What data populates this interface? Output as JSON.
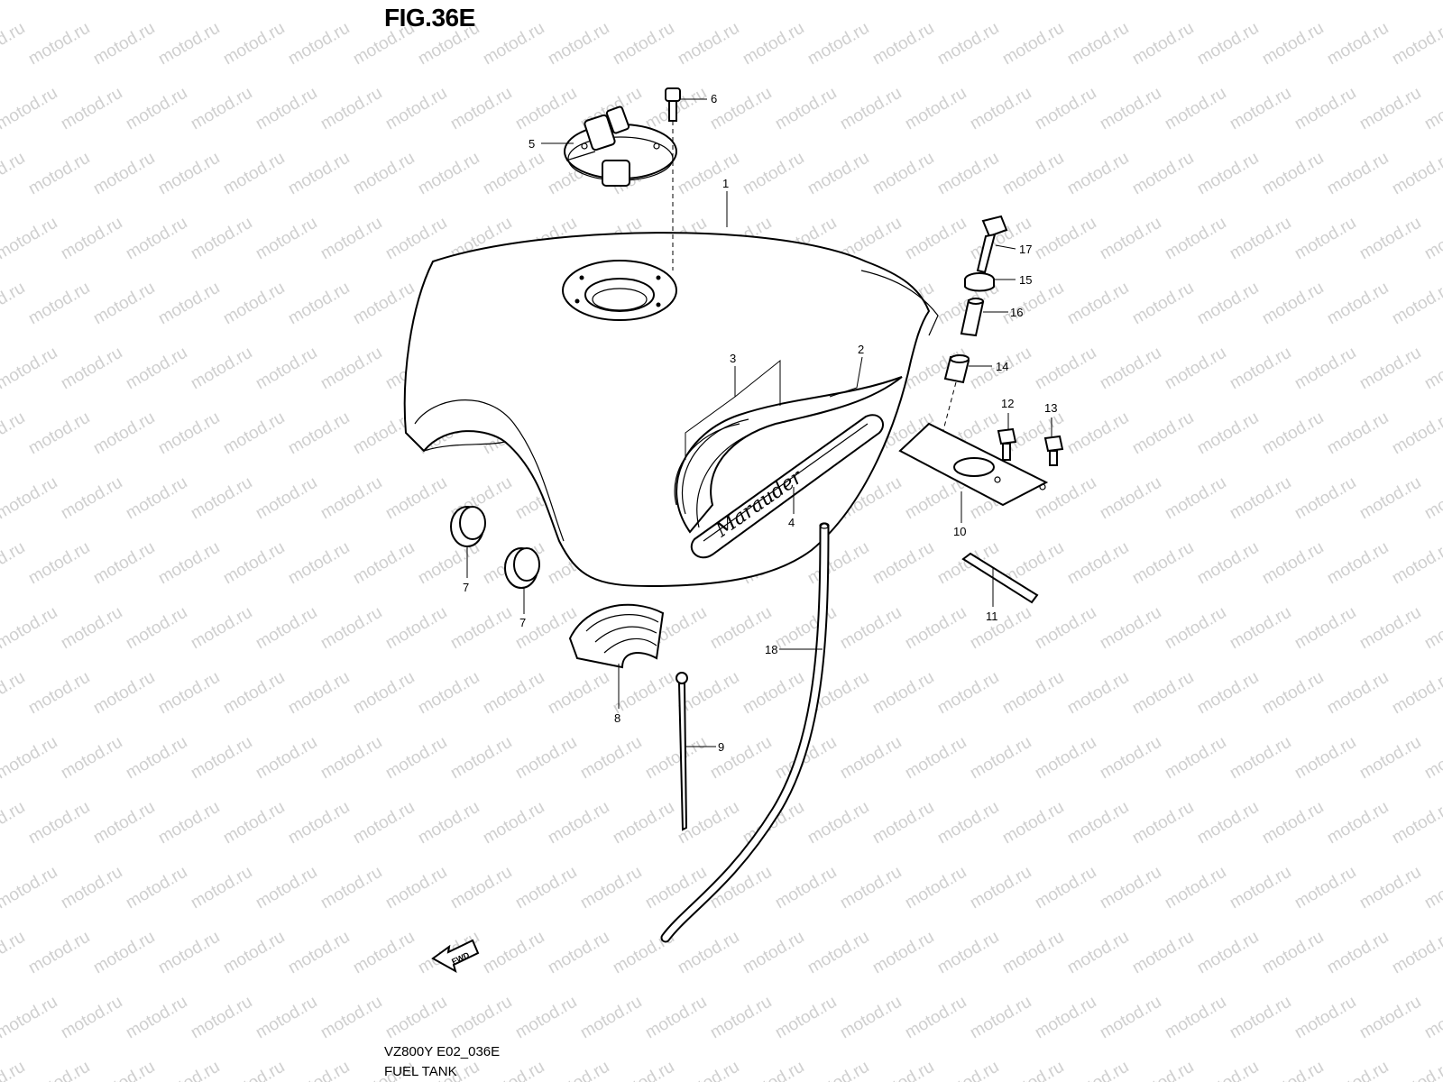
{
  "figure": {
    "title": "FIG.36E",
    "model_code": "VZ800Y E02_036E",
    "caption": "FUEL TANK",
    "watermark": "motod.ru",
    "emblem_text": "Marauder",
    "fwd_text": "FWD"
  },
  "callouts": [
    {
      "id": "1",
      "label": "1"
    },
    {
      "id": "2",
      "label": "2"
    },
    {
      "id": "3",
      "label": "3"
    },
    {
      "id": "4",
      "label": "4"
    },
    {
      "id": "5",
      "label": "5"
    },
    {
      "id": "6",
      "label": "6"
    },
    {
      "id": "7a",
      "label": "7"
    },
    {
      "id": "7b",
      "label": "7"
    },
    {
      "id": "8",
      "label": "8"
    },
    {
      "id": "9",
      "label": "9"
    },
    {
      "id": "10",
      "label": "10"
    },
    {
      "id": "11",
      "label": "11"
    },
    {
      "id": "12",
      "label": "12"
    },
    {
      "id": "13",
      "label": "13"
    },
    {
      "id": "14",
      "label": "14"
    },
    {
      "id": "15",
      "label": "15"
    },
    {
      "id": "16",
      "label": "16"
    },
    {
      "id": "17",
      "label": "17"
    },
    {
      "id": "18",
      "label": "18"
    }
  ]
}
